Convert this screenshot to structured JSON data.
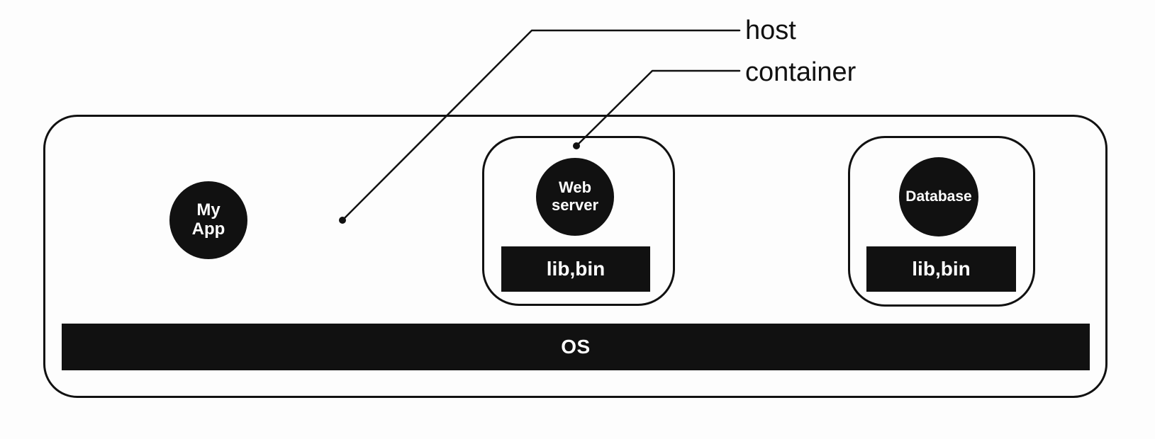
{
  "colors": {
    "ink": "#111111",
    "background": "#fdfdfd",
    "text_on_dark": "#ffffff"
  },
  "callouts": {
    "host": {
      "label": "host"
    },
    "container": {
      "label": "container"
    }
  },
  "host_box": {
    "app_circle": {
      "line1": "My",
      "line2": "App"
    },
    "os_bar": {
      "label": "OS"
    },
    "containers": [
      {
        "circle": [
          "Web",
          "server"
        ],
        "lib_bin": "lib,bin"
      },
      {
        "circle": [
          "Database"
        ],
        "lib_bin": "lib,bin"
      }
    ]
  }
}
